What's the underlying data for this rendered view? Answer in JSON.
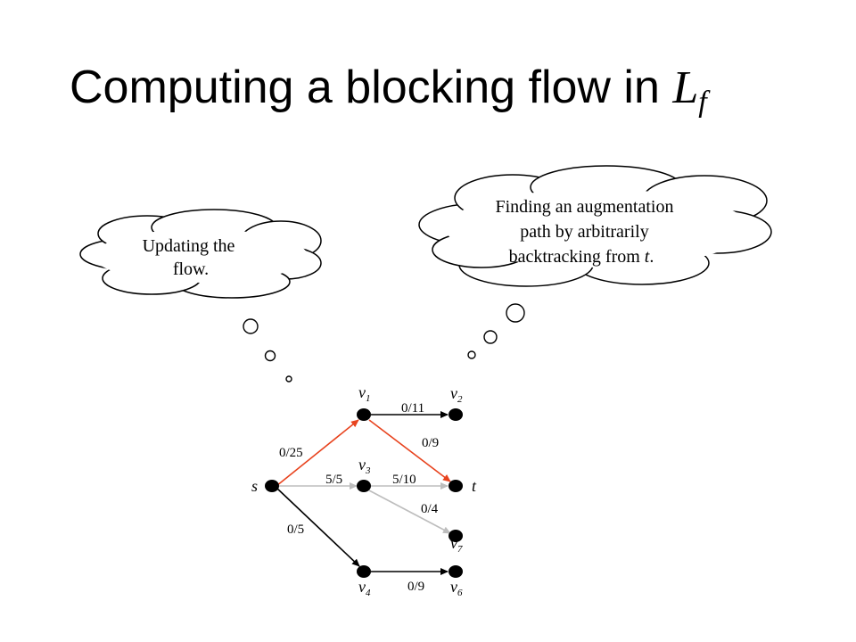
{
  "slide": {
    "title_text": "Computing a blocking flow in ",
    "title_math_main": "L",
    "title_math_sub": "f"
  },
  "clouds": {
    "left": {
      "lines": [
        "Updating the",
        "flow."
      ]
    },
    "right": {
      "lines": [
        "Finding an augmentation",
        "path by arbitrarily",
        "backtracking from "
      ],
      "italic_tail": "t",
      "tail_punct": "."
    }
  },
  "graph": {
    "nodes": {
      "s": {
        "name": "s",
        "sub": ""
      },
      "v1": {
        "name": "v",
        "sub": "1"
      },
      "v2": {
        "name": "v",
        "sub": "2"
      },
      "v3": {
        "name": "v",
        "sub": "3"
      },
      "t": {
        "name": "t",
        "sub": ""
      },
      "v7": {
        "name": "v",
        "sub": "7"
      },
      "v4": {
        "name": "v",
        "sub": "4"
      },
      "v6": {
        "name": "v",
        "sub": "6"
      }
    },
    "edges": [
      {
        "id": "s-v1",
        "label": "0/25",
        "color": "#e8431e"
      },
      {
        "id": "v1-v2",
        "label": "0/11",
        "color": "#000000"
      },
      {
        "id": "v1-t",
        "label": "0/9",
        "color": "#e8431e"
      },
      {
        "id": "s-v3",
        "label": "5/5",
        "color": "#bdbdbd"
      },
      {
        "id": "v3-t",
        "label": "5/10",
        "color": "#bdbdbd"
      },
      {
        "id": "v3-v7",
        "label": "0/4",
        "color": "#bdbdbd"
      },
      {
        "id": "s-v4",
        "label": "0/5",
        "color": "#000000"
      },
      {
        "id": "v4-v6",
        "label": "0/9",
        "color": "#000000"
      }
    ]
  }
}
